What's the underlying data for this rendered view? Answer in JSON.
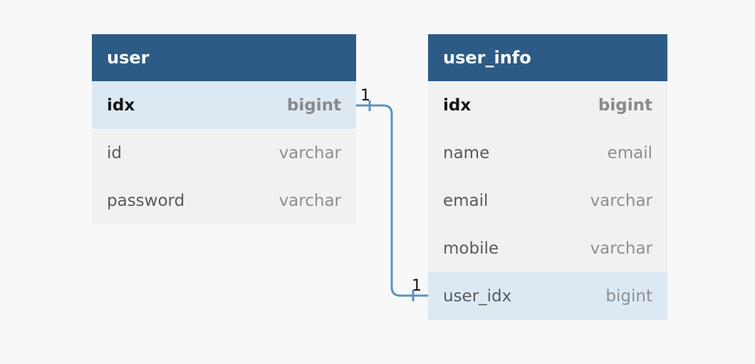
{
  "tables": [
    {
      "name": "user",
      "columns": [
        {
          "name": "idx",
          "type": "bigint"
        },
        {
          "name": "id",
          "type": "varchar"
        },
        {
          "name": "password",
          "type": "varchar"
        }
      ]
    },
    {
      "name": "user_info",
      "columns": [
        {
          "name": "idx",
          "type": "bigint"
        },
        {
          "name": "name",
          "type": "email"
        },
        {
          "name": "email",
          "type": "varchar"
        },
        {
          "name": "mobile",
          "type": "varchar"
        },
        {
          "name": "user_idx",
          "type": "bigint"
        }
      ]
    }
  ],
  "relationship": {
    "from": "user.idx",
    "to": "user_info.user_idx",
    "from_cardinality": "1",
    "to_cardinality": "1"
  },
  "colors": {
    "header": "#2c5c86",
    "highlight_row": "#dce9f3",
    "connector": "#5b93c1",
    "canvas": "#f8f8f8"
  }
}
